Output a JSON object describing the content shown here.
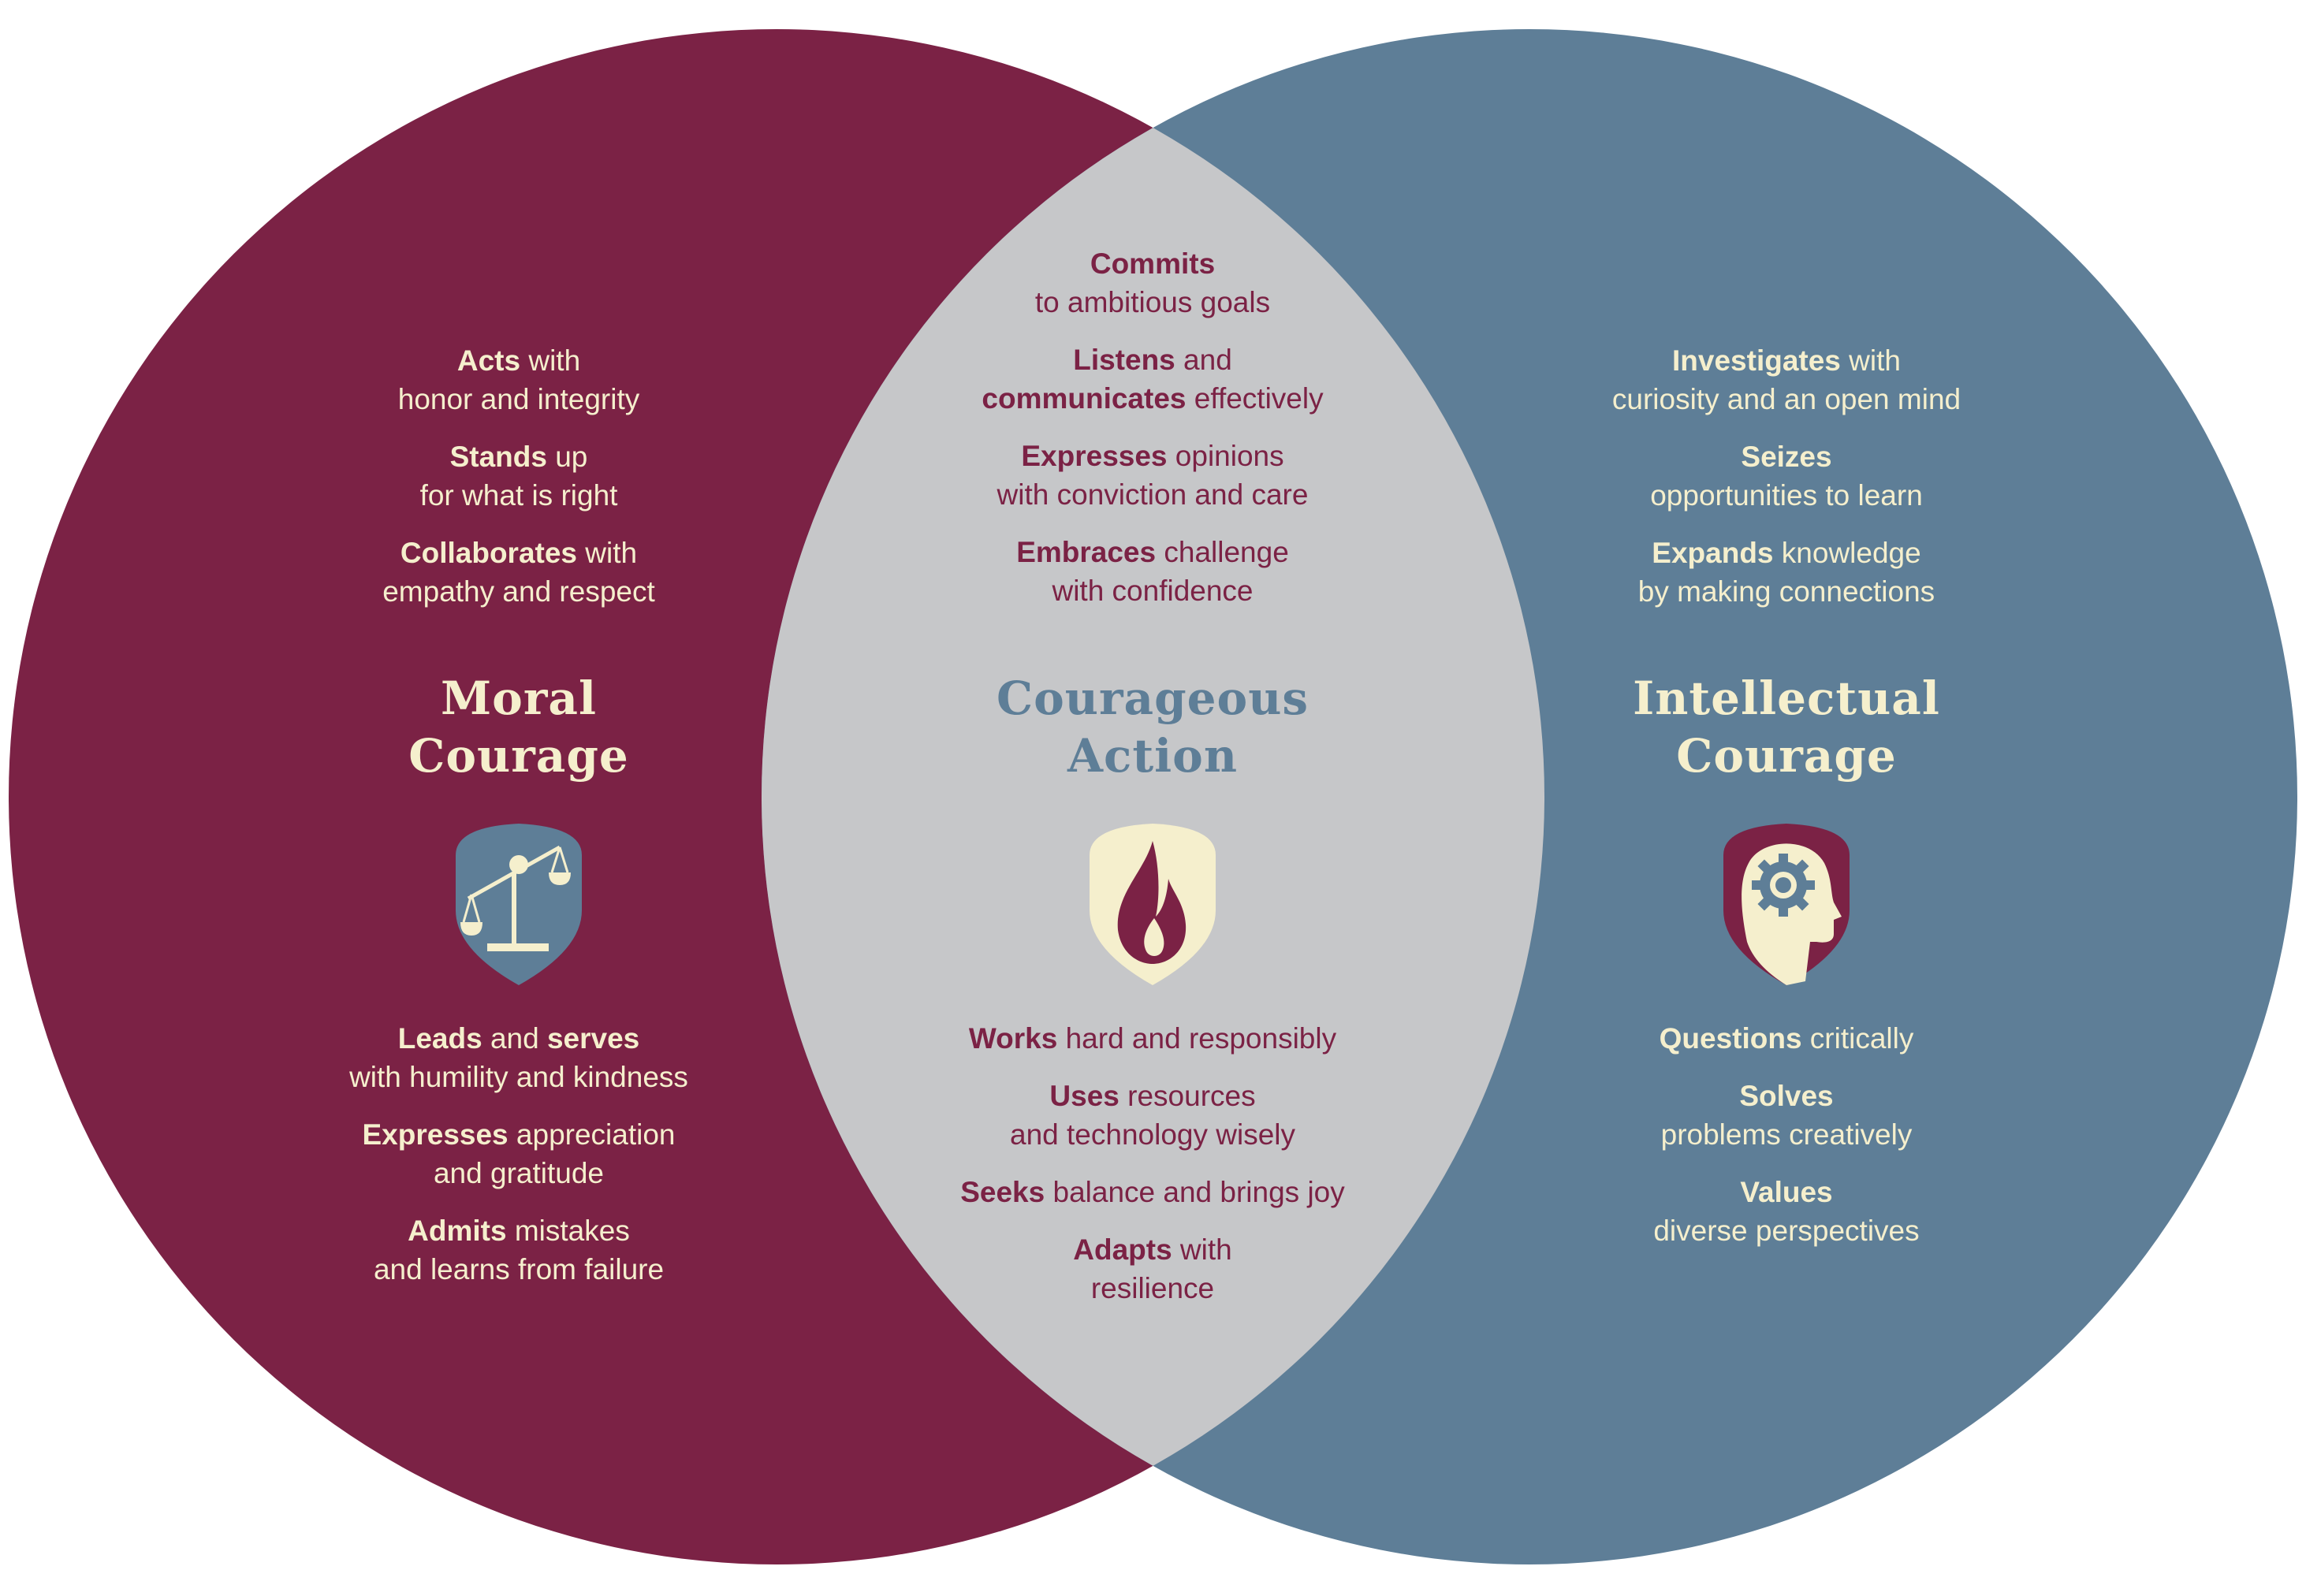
{
  "colors": {
    "maroon": "#7B2245",
    "blue": "#5E7E97",
    "gray": "#C6C7C9",
    "cream": "#F5EFCD"
  },
  "moral": {
    "title": [
      "Moral",
      "Courage"
    ],
    "icon": "scales-of-justice-shield-icon",
    "top": [
      {
        "lines": [
          [
            {
              "t": "Acts",
              "b": 1
            },
            {
              "t": " with"
            }
          ],
          [
            {
              "t": "honor and integrity"
            }
          ]
        ]
      },
      {
        "lines": [
          [
            {
              "t": "Stands",
              "b": 1
            },
            {
              "t": " up"
            }
          ],
          [
            {
              "t": "for what is right"
            }
          ]
        ]
      },
      {
        "lines": [
          [
            {
              "t": "Collaborates",
              "b": 1
            },
            {
              "t": " with"
            }
          ],
          [
            {
              "t": "empathy and respect"
            }
          ]
        ]
      }
    ],
    "bottom": [
      {
        "lines": [
          [
            {
              "t": "Leads",
              "b": 1
            },
            {
              "t": " and "
            },
            {
              "t": "serves",
              "b": 1
            }
          ],
          [
            {
              "t": "with humility and kindness"
            }
          ]
        ]
      },
      {
        "lines": [
          [
            {
              "t": "Expresses",
              "b": 1
            },
            {
              "t": " appreciation"
            }
          ],
          [
            {
              "t": "and gratitude"
            }
          ]
        ]
      },
      {
        "lines": [
          [
            {
              "t": "Admits",
              "b": 1
            },
            {
              "t": " mistakes"
            }
          ],
          [
            {
              "t": "and learns from failure"
            }
          ]
        ]
      }
    ]
  },
  "center": {
    "title": [
      "Courageous",
      "Action"
    ],
    "icon": "flame-shield-icon",
    "top": [
      {
        "lines": [
          [
            {
              "t": "Commits",
              "b": 1
            }
          ],
          [
            {
              "t": "to ambitious goals"
            }
          ]
        ]
      },
      {
        "lines": [
          [
            {
              "t": "Listens",
              "b": 1
            },
            {
              "t": " and"
            }
          ],
          [
            {
              "t": "communicates",
              "b": 1
            },
            {
              "t": " effectively"
            }
          ]
        ]
      },
      {
        "lines": [
          [
            {
              "t": "Expresses",
              "b": 1
            },
            {
              "t": " opinions"
            }
          ],
          [
            {
              "t": "with conviction and care"
            }
          ]
        ]
      },
      {
        "lines": [
          [
            {
              "t": "Embraces",
              "b": 1
            },
            {
              "t": " challenge"
            }
          ],
          [
            {
              "t": "with confidence"
            }
          ]
        ]
      }
    ],
    "bottom": [
      {
        "lines": [
          [
            {
              "t": "Works",
              "b": 1
            },
            {
              "t": " hard and responsibly"
            }
          ]
        ]
      },
      {
        "lines": [
          [
            {
              "t": "Uses",
              "b": 1
            },
            {
              "t": " resources"
            }
          ],
          [
            {
              "t": "and technology wisely"
            }
          ]
        ]
      },
      {
        "lines": [
          [
            {
              "t": "Seeks",
              "b": 1
            },
            {
              "t": " balance and brings joy"
            }
          ]
        ]
      },
      {
        "lines": [
          [
            {
              "t": "Adapts",
              "b": 1
            },
            {
              "t": " with"
            }
          ],
          [
            {
              "t": "resilience"
            }
          ]
        ]
      }
    ]
  },
  "intel": {
    "title": [
      "Intellectual",
      "Courage"
    ],
    "icon": "head-with-gear-shield-icon",
    "top": [
      {
        "lines": [
          [
            {
              "t": "Investigates",
              "b": 1
            },
            {
              "t": " with"
            }
          ],
          [
            {
              "t": "curiosity and an open mind"
            }
          ]
        ]
      },
      {
        "lines": [
          [
            {
              "t": "Seizes",
              "b": 1
            }
          ],
          [
            {
              "t": "opportunities to learn"
            }
          ]
        ]
      },
      {
        "lines": [
          [
            {
              "t": "Expands",
              "b": 1
            },
            {
              "t": " knowledge"
            }
          ],
          [
            {
              "t": "by making connections"
            }
          ]
        ]
      }
    ],
    "bottom": [
      {
        "lines": [
          [
            {
              "t": "Questions",
              "b": 1
            },
            {
              "t": " critically"
            }
          ]
        ]
      },
      {
        "lines": [
          [
            {
              "t": "Solves",
              "b": 1
            }
          ],
          [
            {
              "t": "problems creatively"
            }
          ]
        ]
      },
      {
        "lines": [
          [
            {
              "t": "Values",
              "b": 1
            }
          ],
          [
            {
              "t": "diverse perspectives"
            }
          ]
        ]
      }
    ]
  }
}
